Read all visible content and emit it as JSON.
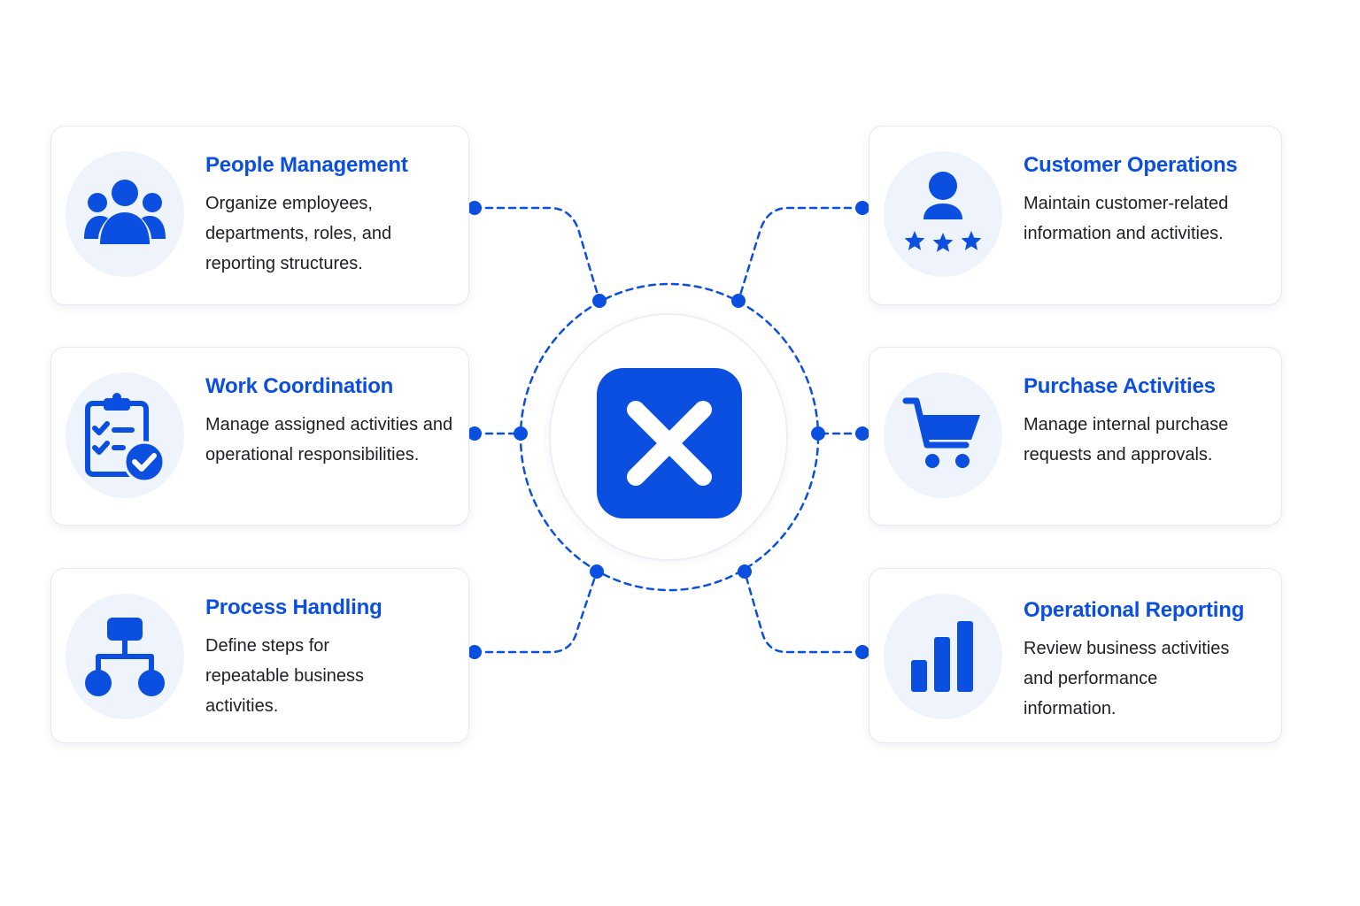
{
  "colors": {
    "accent": "#0a4fe0",
    "card_border": "#e6e9f2",
    "icon_bg": "#eff3fb",
    "body_text": "#1c1f26"
  },
  "hub": {
    "icon": "x-logo-icon"
  },
  "cards": [
    {
      "id": "people-management",
      "icon": "people-group-icon",
      "title": "People Management",
      "description": "Organize employees, departments, roles, and reporting structures."
    },
    {
      "id": "work-coordination",
      "icon": "clipboard-check-icon",
      "title": "Work Coordination",
      "description": "Manage assigned activities and operational responsibilities."
    },
    {
      "id": "process-handling",
      "icon": "process-flow-icon",
      "title": "Process Handling",
      "description": "Define steps for repeatable business activities."
    },
    {
      "id": "customer-operations",
      "icon": "customer-rating-icon",
      "title": "Customer Operations",
      "description": "Maintain customer-related information and activities."
    },
    {
      "id": "purchase-activities",
      "icon": "shopping-cart-icon",
      "title": "Purchase Activities",
      "description": "Manage internal purchase requests and approvals."
    },
    {
      "id": "operational-reporting",
      "icon": "bar-chart-icon",
      "title": "Operational Reporting",
      "description": "Review business activities and performance information."
    }
  ]
}
